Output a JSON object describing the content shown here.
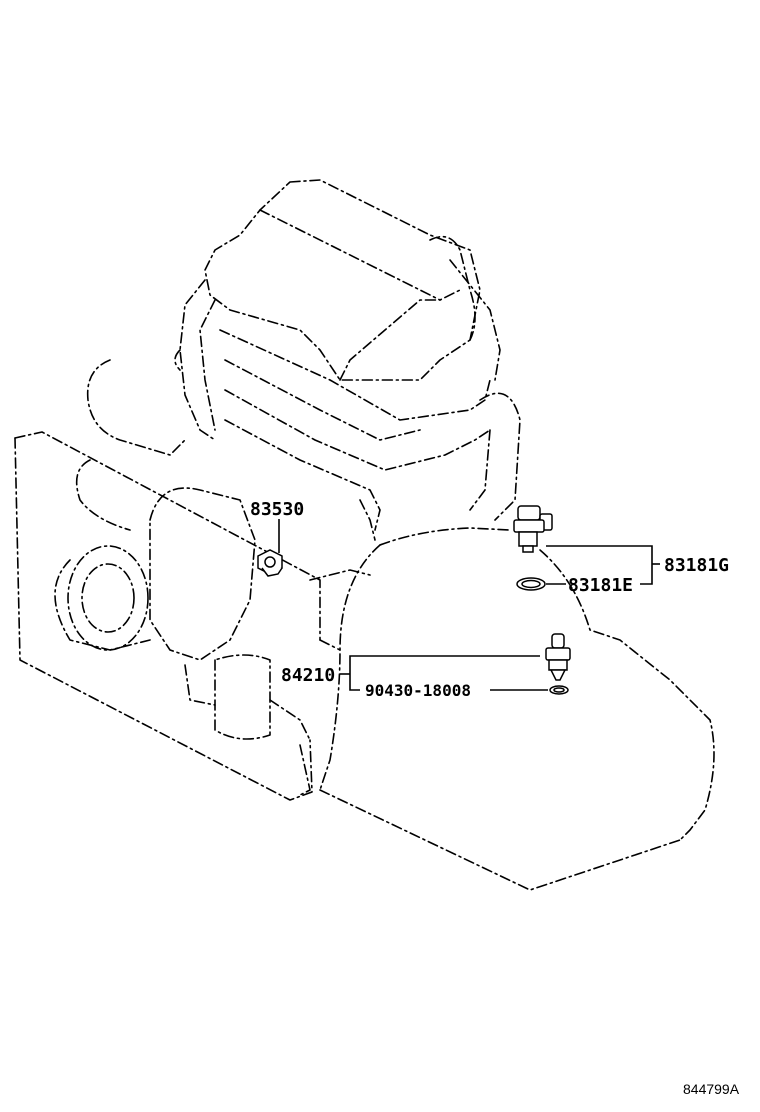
{
  "parts": {
    "p83530": "83530",
    "p83181G": "83181G",
    "p83181E": "83181E",
    "p84210": "84210",
    "p90430": "90430-18008"
  },
  "figure_ref": "844799A"
}
